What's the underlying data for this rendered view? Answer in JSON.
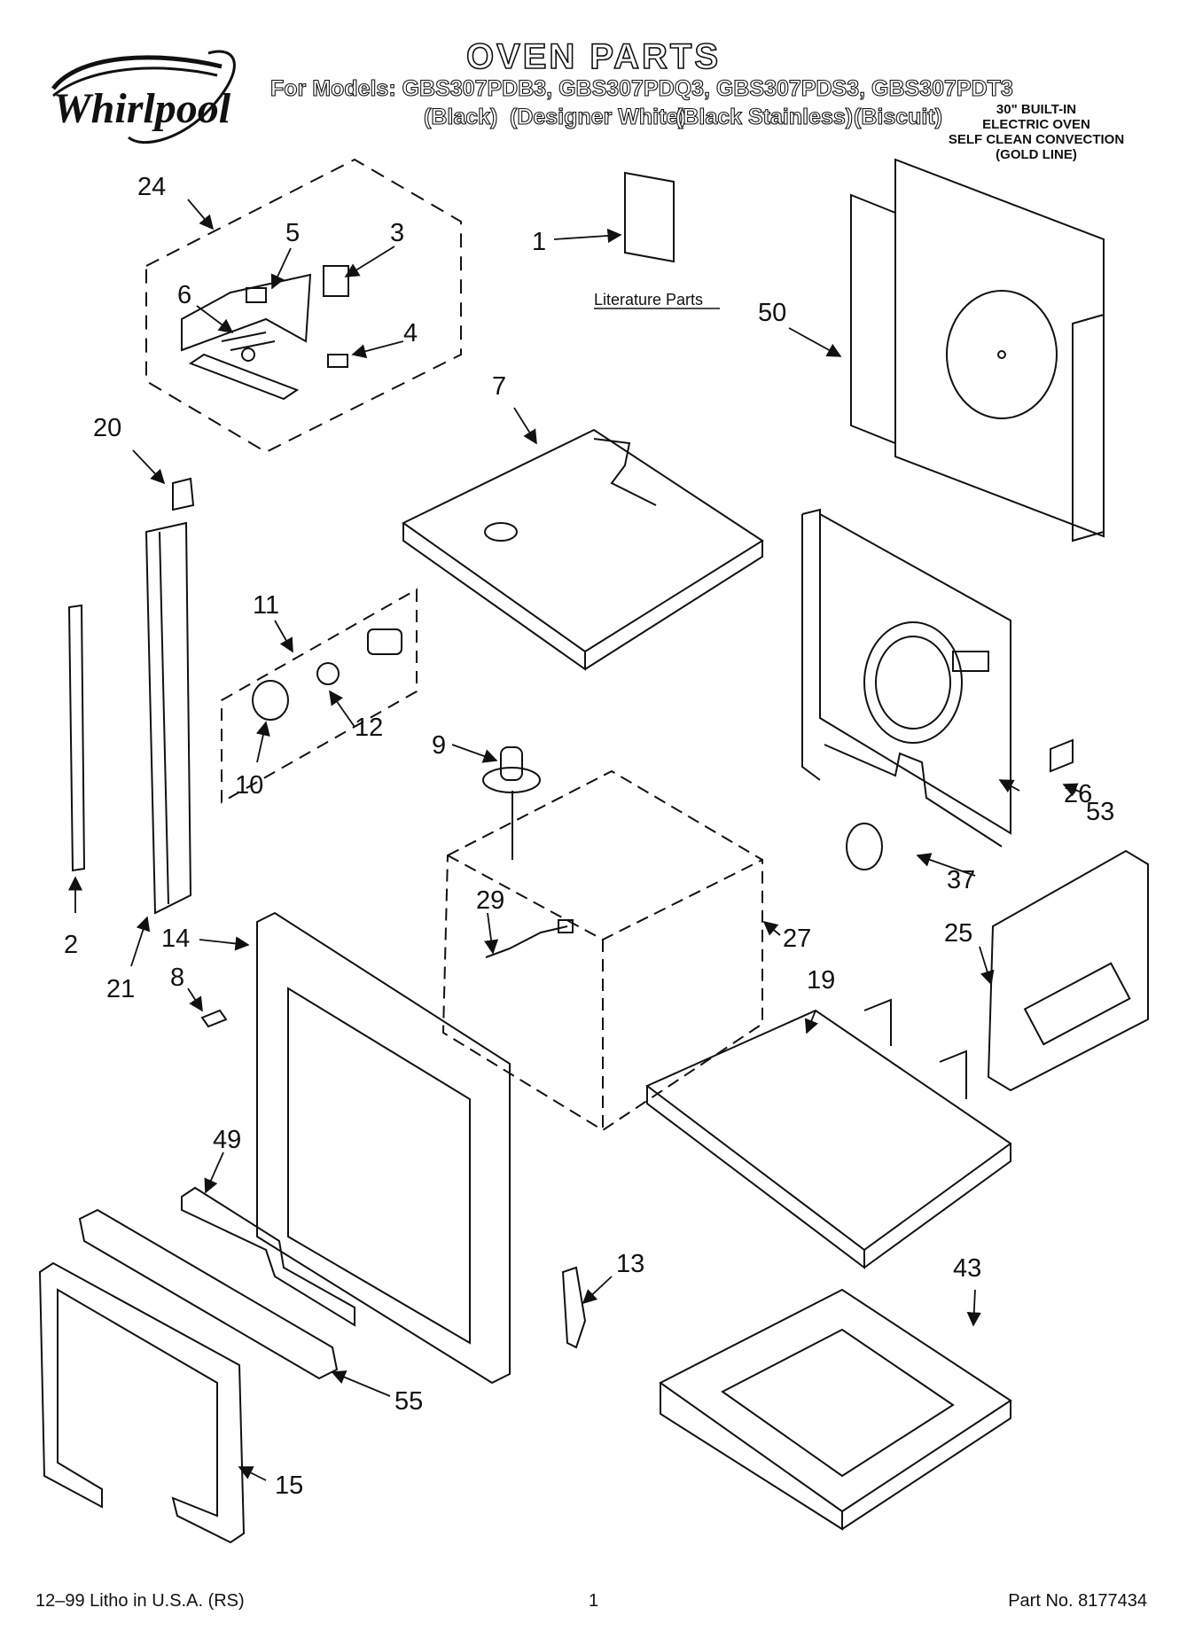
{
  "header": {
    "brand": "Whirlpool",
    "title": "OVEN PARTS",
    "models_line": "For Models: GBS307PDB3, GBS307PDQ3, GBS307PDS3, GBS307PDT3",
    "colors": [
      "(Black)",
      "(Designer White)",
      "(Black Stainless)",
      "(Biscuit)"
    ],
    "product_lines": [
      "30\" BUILT-IN",
      "ELECTRIC OVEN",
      "SELF CLEAN CONVECTION",
      "(GOLD LINE)"
    ]
  },
  "diagram": {
    "literature_label": "Literature Parts",
    "callouts": {
      "c1": "1",
      "c2": "2",
      "c3": "3",
      "c4": "4",
      "c5": "5",
      "c6": "6",
      "c7": "7",
      "c8": "8",
      "c9": "9",
      "c10": "10",
      "c11": "11",
      "c12": "12",
      "c13": "13",
      "c14": "14",
      "c15": "15",
      "c19": "19",
      "c20": "20",
      "c21": "21",
      "c24": "24",
      "c25": "25",
      "c26": "26",
      "c27": "27",
      "c29": "29",
      "c37": "37",
      "c43": "43",
      "c49": "49",
      "c50": "50",
      "c53": "53",
      "c55": "55"
    }
  },
  "footer": {
    "left": "12–99 Litho in U.S.A. (RS)",
    "center": "1",
    "right": "Part No. 8177434"
  }
}
